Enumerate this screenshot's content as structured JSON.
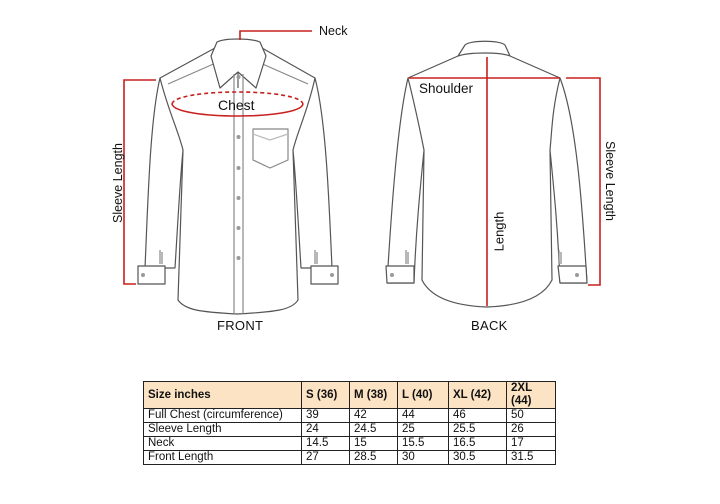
{
  "diagram": {
    "front": {
      "caption": "FRONT",
      "labels": {
        "neck": "Neck",
        "chest": "Chest",
        "sleeve_length": "Sleeve Length"
      }
    },
    "back": {
      "caption": "BACK",
      "labels": {
        "shoulder": "Shoulder",
        "length": "Length",
        "sleeve_length": "Sleeve Length"
      }
    },
    "colors": {
      "measure_line": "#c8201e",
      "outline": "#555555",
      "header_bg": "#fbe3c4"
    }
  },
  "size_table": {
    "headers": [
      "Size inches",
      "S (36)",
      "M (38)",
      "L (40)",
      "XL (42)",
      "2XL (44)"
    ],
    "rows": [
      [
        "Full Chest (circumference)",
        "39",
        "42",
        "44",
        "46",
        "50"
      ],
      [
        "Sleeve Length",
        "24",
        "24.5",
        "25",
        "25.5",
        "26"
      ],
      [
        "Neck",
        "14.5",
        "15",
        "15.5",
        "16.5",
        "17"
      ],
      [
        "Front Length",
        "27",
        "28.5",
        "30",
        "30.5",
        "31.5"
      ]
    ]
  }
}
